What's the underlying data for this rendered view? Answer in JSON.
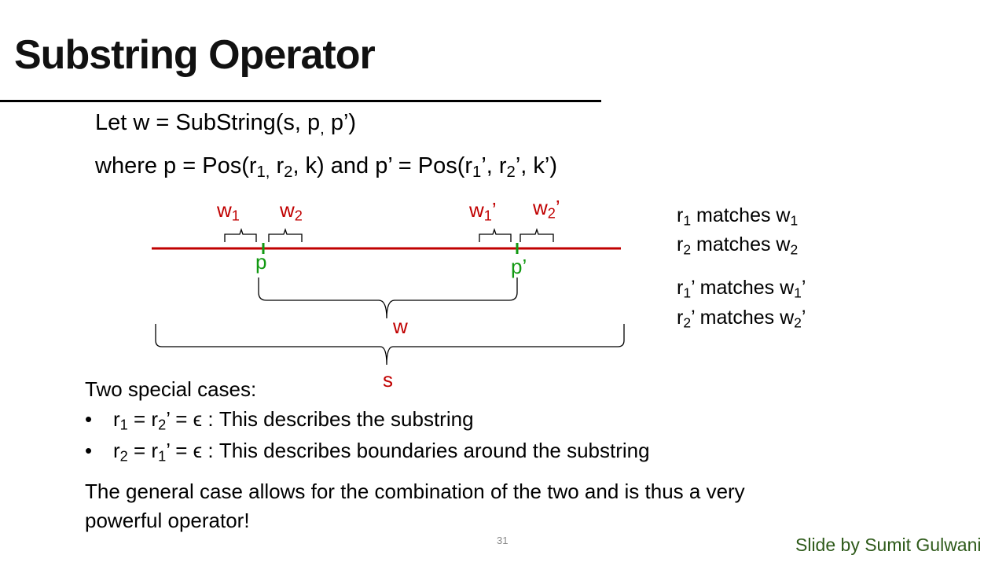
{
  "slide": {
    "title": "Substring Operator",
    "def_line1": {
      "prefix": "Let w = SubString(s,  p",
      "sub_comma": ",",
      "suffix": " p’)"
    },
    "def_line2": {
      "t1": "where p = Pos(r",
      "s1": "1,",
      "t2": " r",
      "s2": "2",
      "t3": ", k) and p’ = Pos(r",
      "s3": "1",
      "t4": "’, r",
      "s4": "2",
      "t5": "’, k’)"
    }
  },
  "diagram": {
    "w1": {
      "base": "w",
      "sub": "1"
    },
    "w2": {
      "base": "w",
      "sub": "2"
    },
    "w1p": {
      "base": "w",
      "sub": "1",
      "prime": "’"
    },
    "w2p": {
      "base": "w",
      "sub": "2",
      "prime": "’"
    },
    "p": "p",
    "pp": "p’",
    "w": "w",
    "s": "s",
    "colors": {
      "string_line": "#c00000",
      "marker": "#119911",
      "brace": "#000000"
    }
  },
  "matches": [
    {
      "r": "r",
      "rsub": "1",
      "rprime": "",
      "text": " matches w",
      "wsub": "1",
      "wprime": ""
    },
    {
      "r": "r",
      "rsub": "2",
      "rprime": "",
      "text": " matches w",
      "wsub": "2",
      "wprime": ""
    },
    {
      "r": "r",
      "rsub": "1",
      "rprime": "’",
      "text": " matches w",
      "wsub": "1",
      "wprime": "’"
    },
    {
      "r": "r",
      "rsub": "2",
      "rprime": "’",
      "text": " matches w",
      "wsub": "2",
      "wprime": "’"
    }
  ],
  "cases": {
    "heading": "Two special cases:",
    "bullet": "•",
    "items": [
      {
        "a": "r",
        "asub": "1",
        "b": " = r",
        "bsub": "2",
        "c": "’ = ϵ : This describes the substring"
      },
      {
        "a": "r",
        "asub": "2",
        "b": " = r",
        "bsub": "1",
        "c": "’ = ϵ : This describes boundaries around the substring"
      }
    ],
    "summary_line1": "The general case allows for the combination of the two and is thus a very",
    "summary_line2": "powerful operator!"
  },
  "footer": {
    "page_number": "31",
    "credit": "Slide by Sumit Gulwani"
  }
}
